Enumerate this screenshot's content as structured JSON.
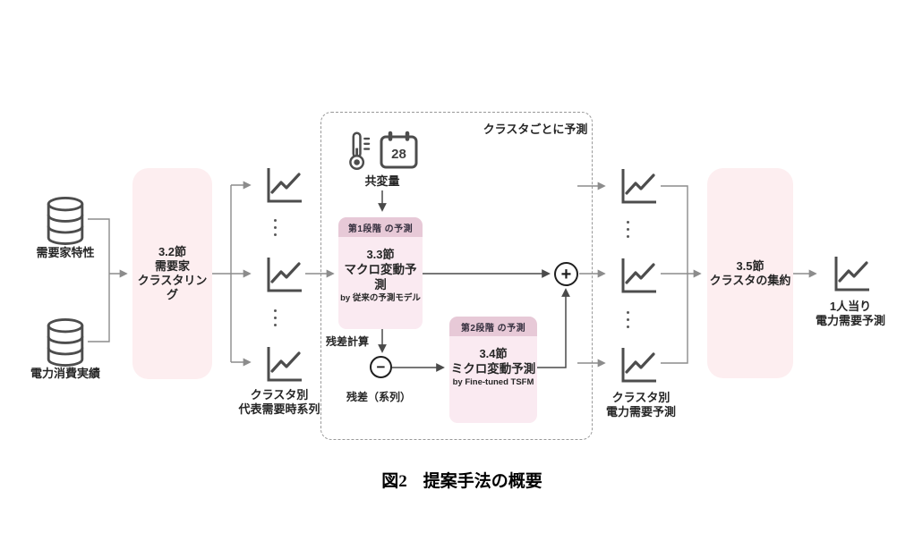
{
  "colors": {
    "big_box_pink": "#fdeef0",
    "stage_body_pink": "#faeaf1",
    "stage_header_pink": "#e7c9d7",
    "wire_gray": "#8c8c8c",
    "wire_dark": "#4a4a4a",
    "icon_gray": "#4d4d4d",
    "text": "#262626"
  },
  "caption": {
    "fig_label": "図2",
    "title": "提案手法の概要"
  },
  "inputs": {
    "db_top_label": "需要家特性",
    "db_bottom_label": "電力消費実績"
  },
  "clustering_box": {
    "line1": "3.2節",
    "line2": "需要家",
    "line3": "クラスタリング"
  },
  "left_charts": {
    "caption_line1": "クラスタ別",
    "caption_line2": "代表需要時系列"
  },
  "cluster_group": {
    "title": "クラスタごとに予測"
  },
  "covariates": {
    "label": "共変量",
    "calendar_day": "28"
  },
  "stage1_box": {
    "header": "第1段階 の予測",
    "line1": "3.3節",
    "line2": "マクロ変動予測",
    "line3": "by 従来の予測モデル"
  },
  "residual": {
    "calc_label": "残差計算",
    "series_label": "残差（系列）",
    "minus_symbol": "−",
    "plus_symbol": "+"
  },
  "stage2_box": {
    "header": "第2段階 の予測",
    "line1": "3.4節",
    "line2": "ミクロ変動予測",
    "line3": "by Fine-tuned TSFM"
  },
  "right_charts": {
    "caption_line1": "クラスタ別",
    "caption_line2": "電力需要予測"
  },
  "aggregation_box": {
    "line1": "3.5節",
    "line2": "クラスタの集約"
  },
  "output": {
    "caption_line1": "1人当り",
    "caption_line2": "電力需要予測"
  }
}
